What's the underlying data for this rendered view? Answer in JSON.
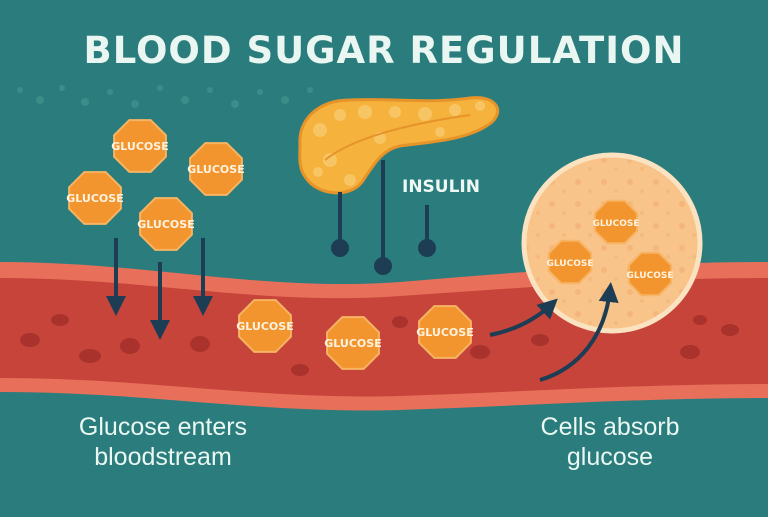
{
  "title": "BLOOD SUGAR REGULATION",
  "insulin_label": "INSULIN",
  "glucose_label": "GLUCOSE",
  "caption_left": {
    "line1": "Glucose enters",
    "line2": "bloodstream"
  },
  "caption_right": {
    "line1": "Cells absorb",
    "line2": "glucose"
  },
  "colors": {
    "background": "#2a7d7c",
    "vessel": "#c7443a",
    "vessel_edge": "#e8705a",
    "glucose": "#f2952e",
    "pancreas": "#f5b23c",
    "cell": "#f8c48a",
    "arrow": "#1d3d55"
  },
  "icons": [
    "glucose-molecule-icon",
    "pancreas-icon",
    "cell-icon",
    "arrow-icon"
  ]
}
